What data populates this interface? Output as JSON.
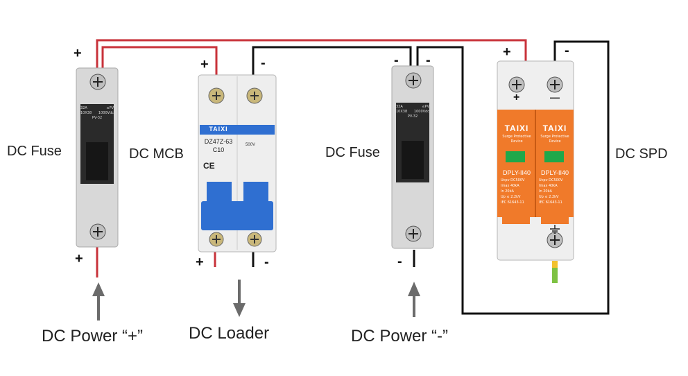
{
  "labels": {
    "fuse1": "DC Fuse",
    "mcb": "DC MCB",
    "fuse2": "DC Fuse",
    "spd": "DC SPD",
    "power_plus": "DC Power “+”",
    "loader": "DC Loader",
    "power_minus": "DC Power “-”"
  },
  "polarity": {
    "plus": "+",
    "minus": "-",
    "spd_plus": "+",
    "spd_minus": "—"
  },
  "fuse": {
    "rating_left": "32A",
    "rating_right": "≤PV",
    "spec_left": "10X38",
    "spec_right": "1000Vdc",
    "model": "PV-32"
  },
  "mcb": {
    "brand": "TAIXI",
    "model": "DZ47Z-63",
    "rating": "C10",
    "voltage": "500V"
  },
  "spd": {
    "brand": "TAIXI",
    "type_line1": "Surge Protective",
    "type_line2": "Device",
    "model": "DPLY-II40",
    "spec_rows": [
      "Ucpv  DC500V",
      "Imax    40kA",
      "In        20kA",
      "Up ≤ 2.2kV"
    ],
    "standard": "IEC 61643-11"
  },
  "colors": {
    "positive_wire": "#c8323a",
    "negative_wire": "#111111",
    "spd_orange": "#f07a2a",
    "mcb_blue": "#2f6fd1"
  }
}
